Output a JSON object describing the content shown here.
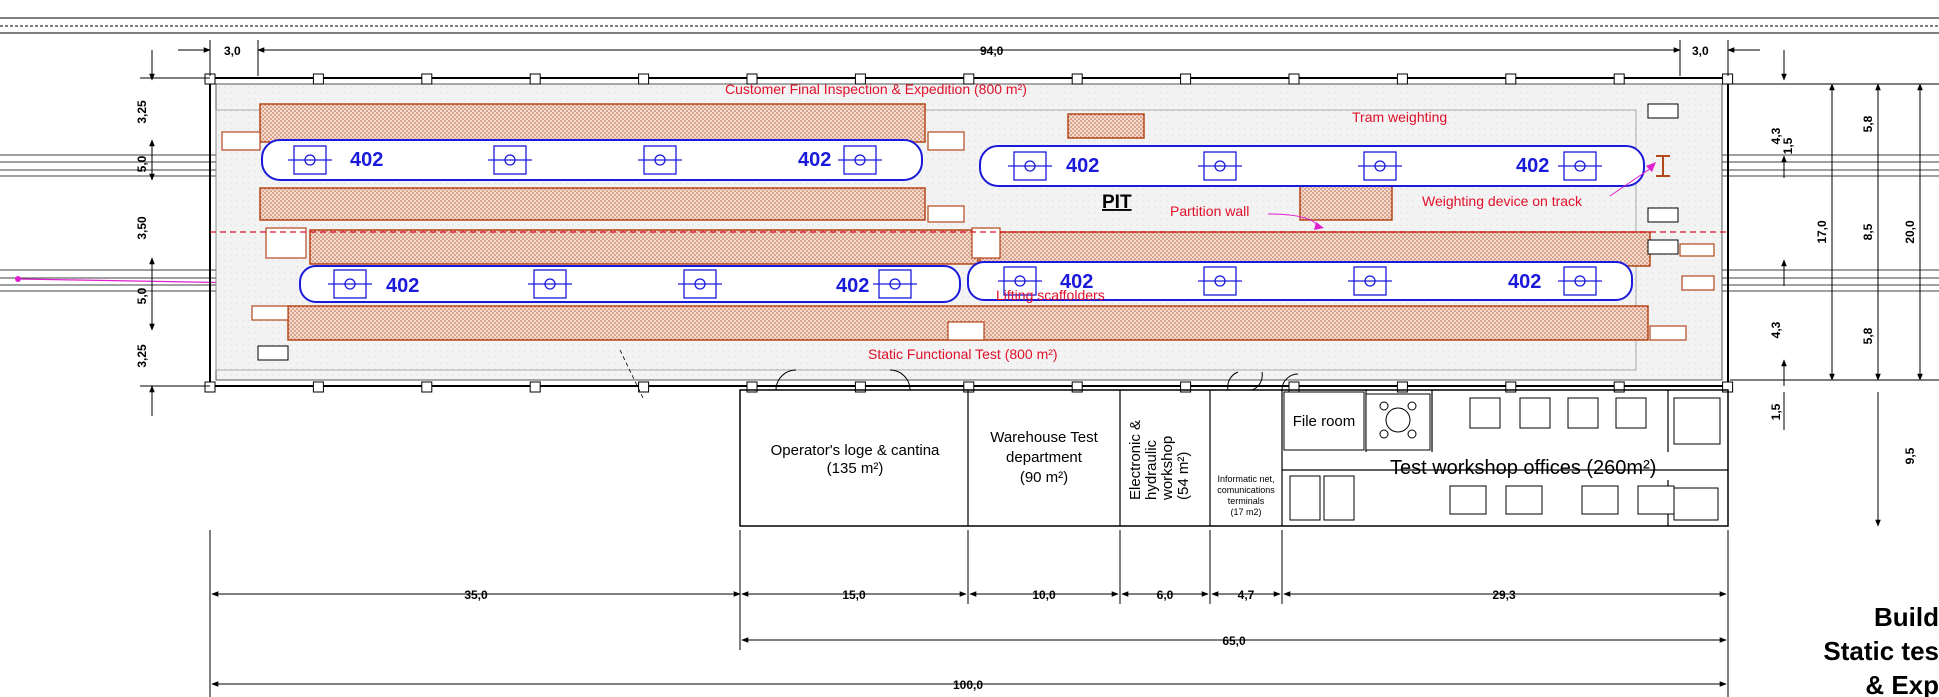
{
  "dimensions": {
    "top_left": "3,0",
    "top_main": "94,0",
    "top_right": "3,0",
    "left": [
      "3,25",
      "5,0",
      "3,50",
      "5,0",
      "3,25"
    ],
    "right_inner": [
      "4,3",
      "1,5",
      "4,3"
    ],
    "right_mid": [
      "5,8",
      "8,5",
      "5,8"
    ],
    "right_outer": "17,0",
    "right_total": "20,0",
    "right_lower": [
      "1,5",
      "9,5"
    ],
    "bottom_row": [
      "35,0",
      "15,0",
      "10,0",
      "6,0",
      "4,7",
      "29,3"
    ],
    "bottom_mid": "65,0",
    "bottom_total": "100,0"
  },
  "labels": {
    "customer_inspection": "Customer Final Inspection & Expedition (800 m²)",
    "tram_weighting": "Tram weighting",
    "pit": "PIT",
    "partition_wall": "Partition wall",
    "weighting_device": "Weighting device on track",
    "lifting_scaffolders": "Lifting scaffolders",
    "static_functional": "Static Functional Test  (800 m²)",
    "tram_code": "402"
  },
  "rooms": {
    "operators": [
      "Operator's loge & cantina",
      "(135 m²)"
    ],
    "warehouse": [
      "Warehouse Test",
      "department",
      "(90 m²)"
    ],
    "electronic": [
      "Electronic &",
      "hydraulic",
      "workshop",
      "(54 m²)"
    ],
    "informatic": [
      "Informatic net,",
      "comunications",
      "terminals",
      "(17 m2)"
    ],
    "file_room": "File room",
    "offices": "Test workshop offices (260m²)"
  },
  "title_block": [
    "Build",
    "Static tes",
    "& Exp"
  ],
  "colors": {
    "outline": "#000000",
    "tram": "#1a1adc",
    "scaffold": "#b5471c",
    "annotation": "#e0102a",
    "magenta": "#e020d0"
  }
}
